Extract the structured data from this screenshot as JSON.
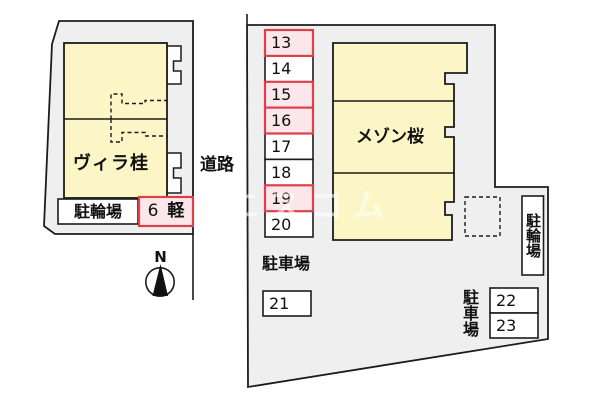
{
  "watermark": "エスコム",
  "north_indicator": {
    "label": "N"
  },
  "road": {
    "label": "道路"
  },
  "left_parcel": {
    "building_name": "ヴィラ桂",
    "bicycle_parking": {
      "label": "駐輪場"
    },
    "kei_space": {
      "number": "6",
      "type_label": "軽",
      "highlighted": true
    }
  },
  "right_parcel": {
    "building_name": "メゾン桜",
    "parking_area_label": "駐車場",
    "parking_area_label_2": "駐車場",
    "bicycle_parking": {
      "label": "駐輪場"
    },
    "parking_spaces": [
      {
        "number": "13",
        "highlighted": true
      },
      {
        "number": "14",
        "highlighted": false
      },
      {
        "number": "15",
        "highlighted": true
      },
      {
        "number": "16",
        "highlighted": true
      },
      {
        "number": "17",
        "highlighted": false
      },
      {
        "number": "18",
        "highlighted": false
      },
      {
        "number": "19",
        "highlighted": true
      },
      {
        "number": "20",
        "highlighted": false
      },
      {
        "number": "21",
        "highlighted": false
      },
      {
        "number": "22",
        "highlighted": false
      },
      {
        "number": "23",
        "highlighted": false
      }
    ]
  },
  "colors": {
    "parcel_fill": "#efefef",
    "building_fill": "#fcf6c6",
    "highlight_fill": "#fbe6ec",
    "highlight_border": "#dc4048",
    "outline": "#1c1c1c"
  }
}
